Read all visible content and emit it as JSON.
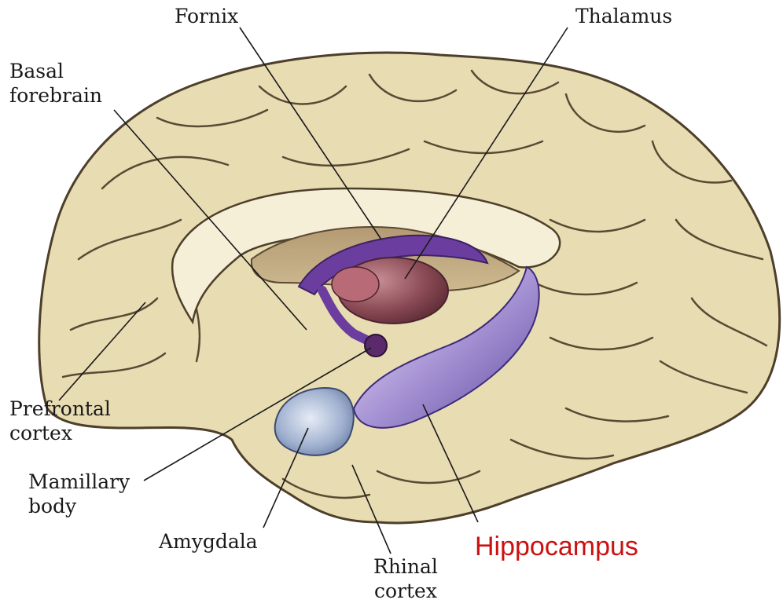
{
  "colors": {
    "highlight": "#cc1111",
    "brain_fill": "#e8dcb3",
    "sulcus": "#5a4a33",
    "fornix": "#6a3d9e",
    "thalamus": "#8a4a55",
    "hippocampus": "#8f7bc6",
    "amygdala": "#8ea1c4"
  },
  "labels": {
    "fornix": "Fornix",
    "thalamus": "Thalamus",
    "basal_forebrain": [
      "Basal",
      "forebrain"
    ],
    "prefrontal_cortex": [
      "Prefrontal",
      "cortex"
    ],
    "mamillary_body": [
      "Mamillary",
      "body"
    ],
    "amygdala": "Amygdala",
    "rhinal_cortex": [
      "Rhinal",
      "cortex"
    ],
    "hippocampus": "Hippocampus"
  }
}
